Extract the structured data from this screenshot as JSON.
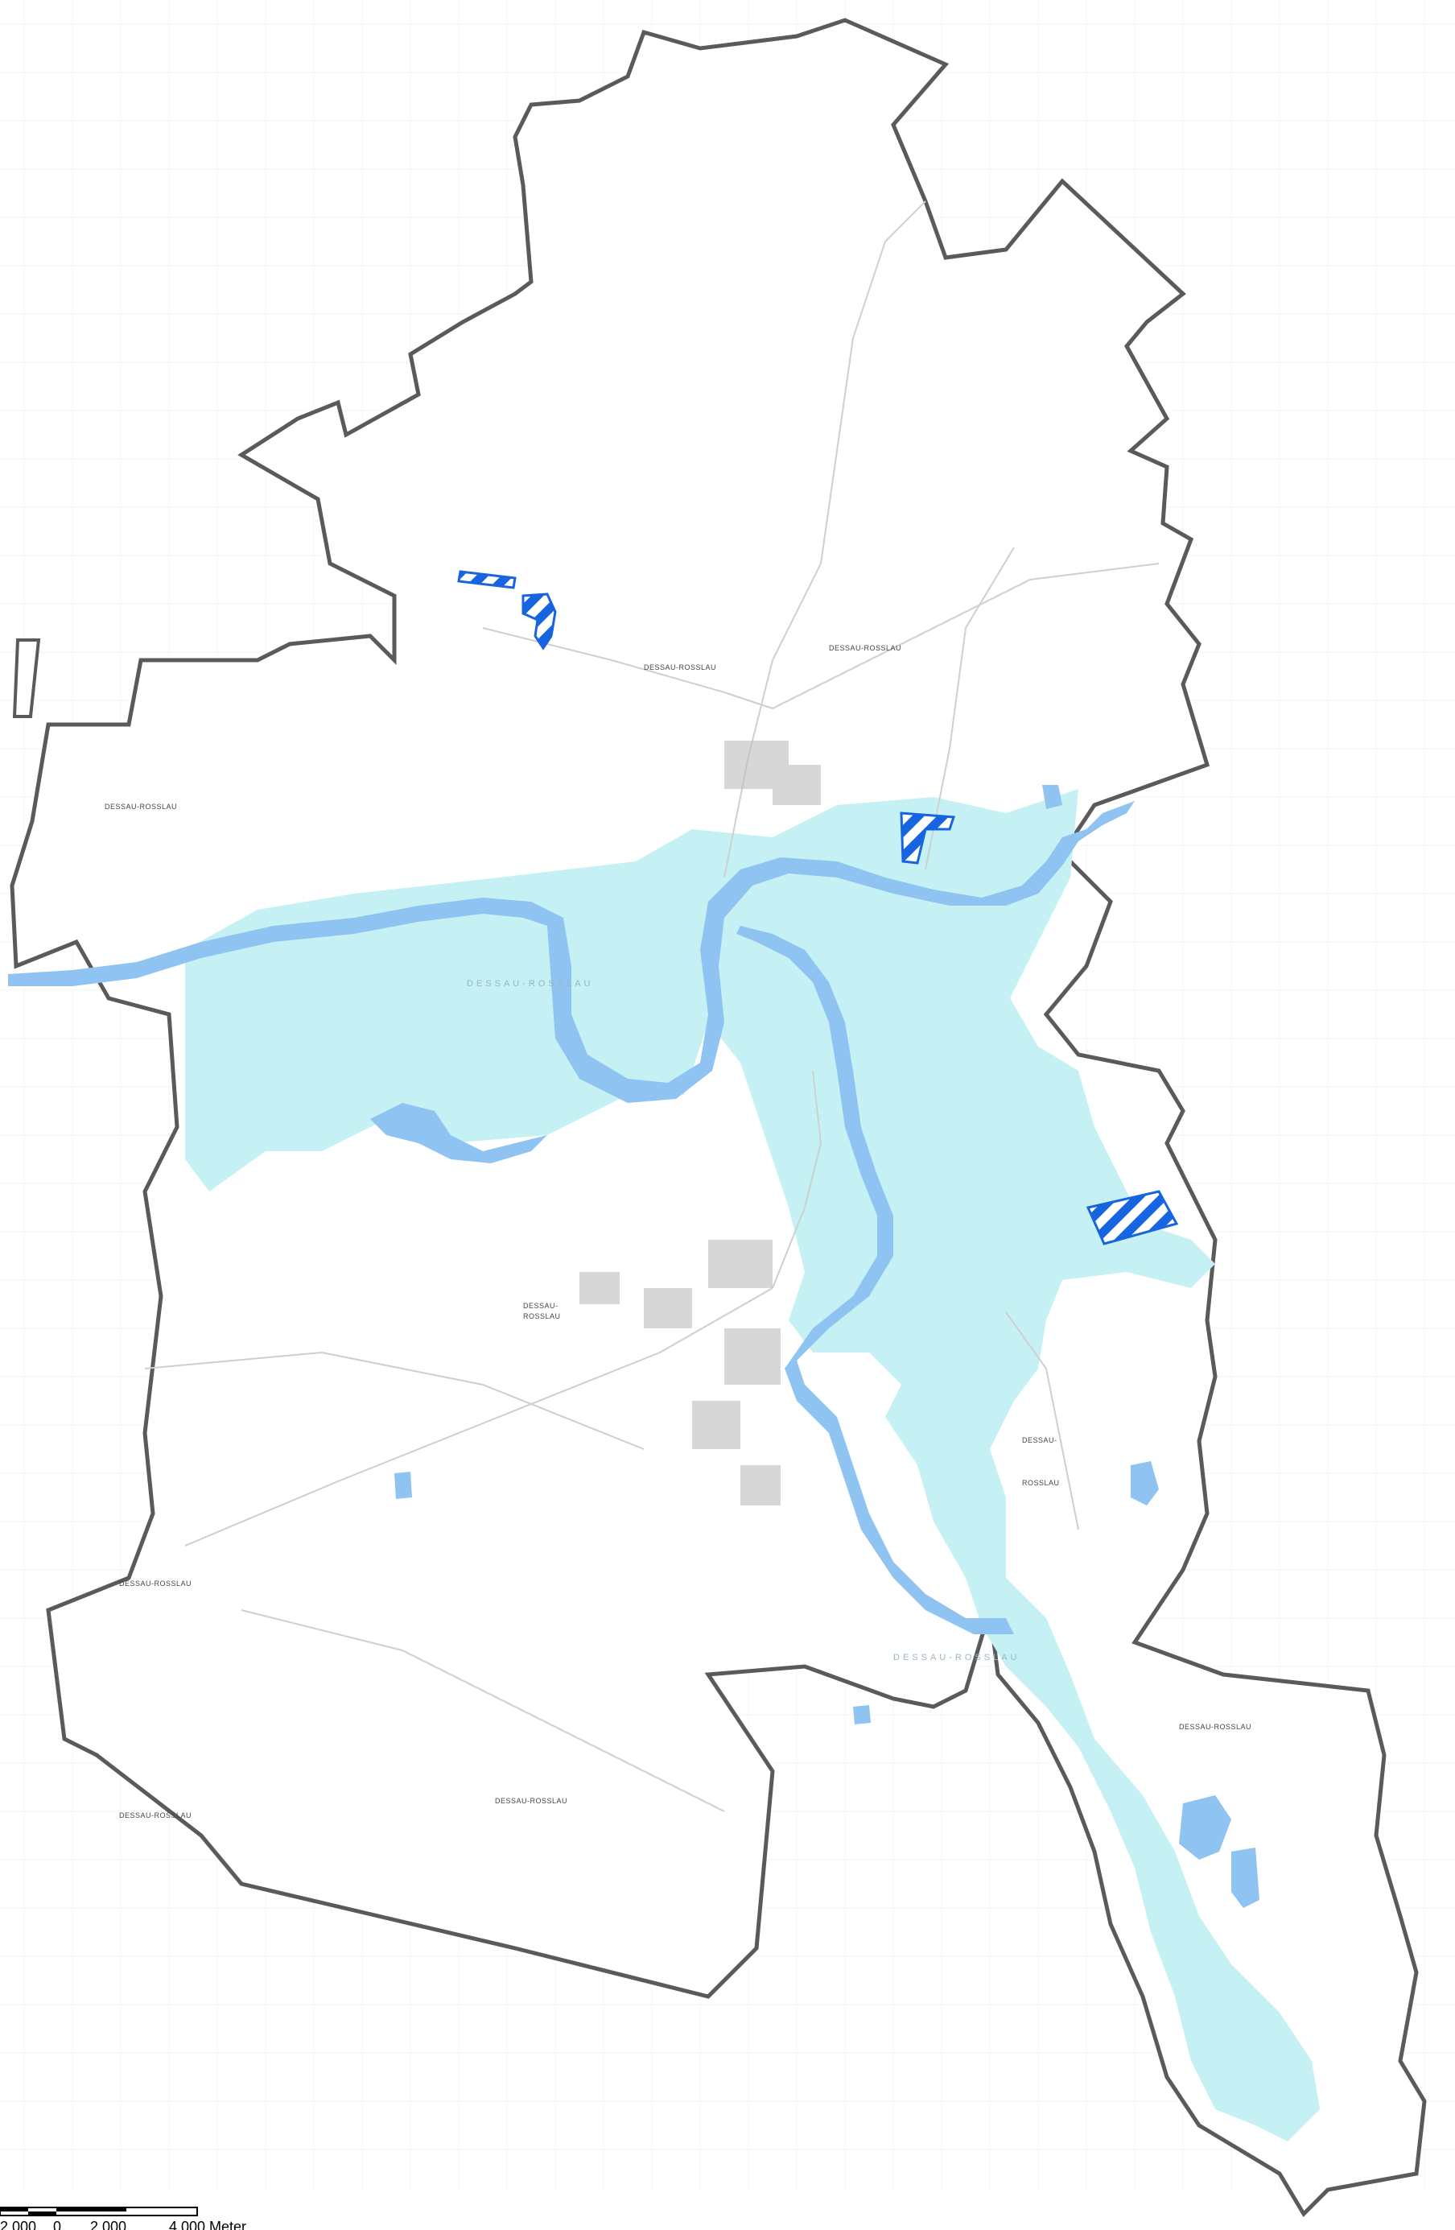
{
  "colors": {
    "boundary": "#5a5a5a",
    "floodplain": "#c6f1f4",
    "water": "#8ec3f2",
    "hatch": "#1664e0",
    "base_lines": "#d4d4d4",
    "background": "#ffffff"
  },
  "labels": {
    "north_town": "DESSAU-ROSSLAU",
    "north_east_town": "DESSAU-ROSSLAU",
    "west_town": "DESSAU-ROSSLAU",
    "river_center": "DESSAU-ROSSLAU",
    "center_city_line1": "DESSAU-",
    "center_city_line2": "ROSSLAU",
    "east_town_line1": "DESSAU-",
    "east_town_line2": "ROSSLAU",
    "southwest_town1": "DESSAU-ROSSLAU",
    "southwest_town2": "DESSAU-ROSSLAU",
    "south_town": "DESSAU-ROSSLAU",
    "mulde_label": "DESSAU-ROSSLAU",
    "southeast_town": "DESSAU-ROSSLAU"
  },
  "scale_bar": {
    "label_0": "2.000",
    "label_1": "0",
    "label_2": "2.000",
    "label_3": "4.000 Meter"
  },
  "icons": {
    "hatched_area": "diagonal-hatch-pattern"
  }
}
